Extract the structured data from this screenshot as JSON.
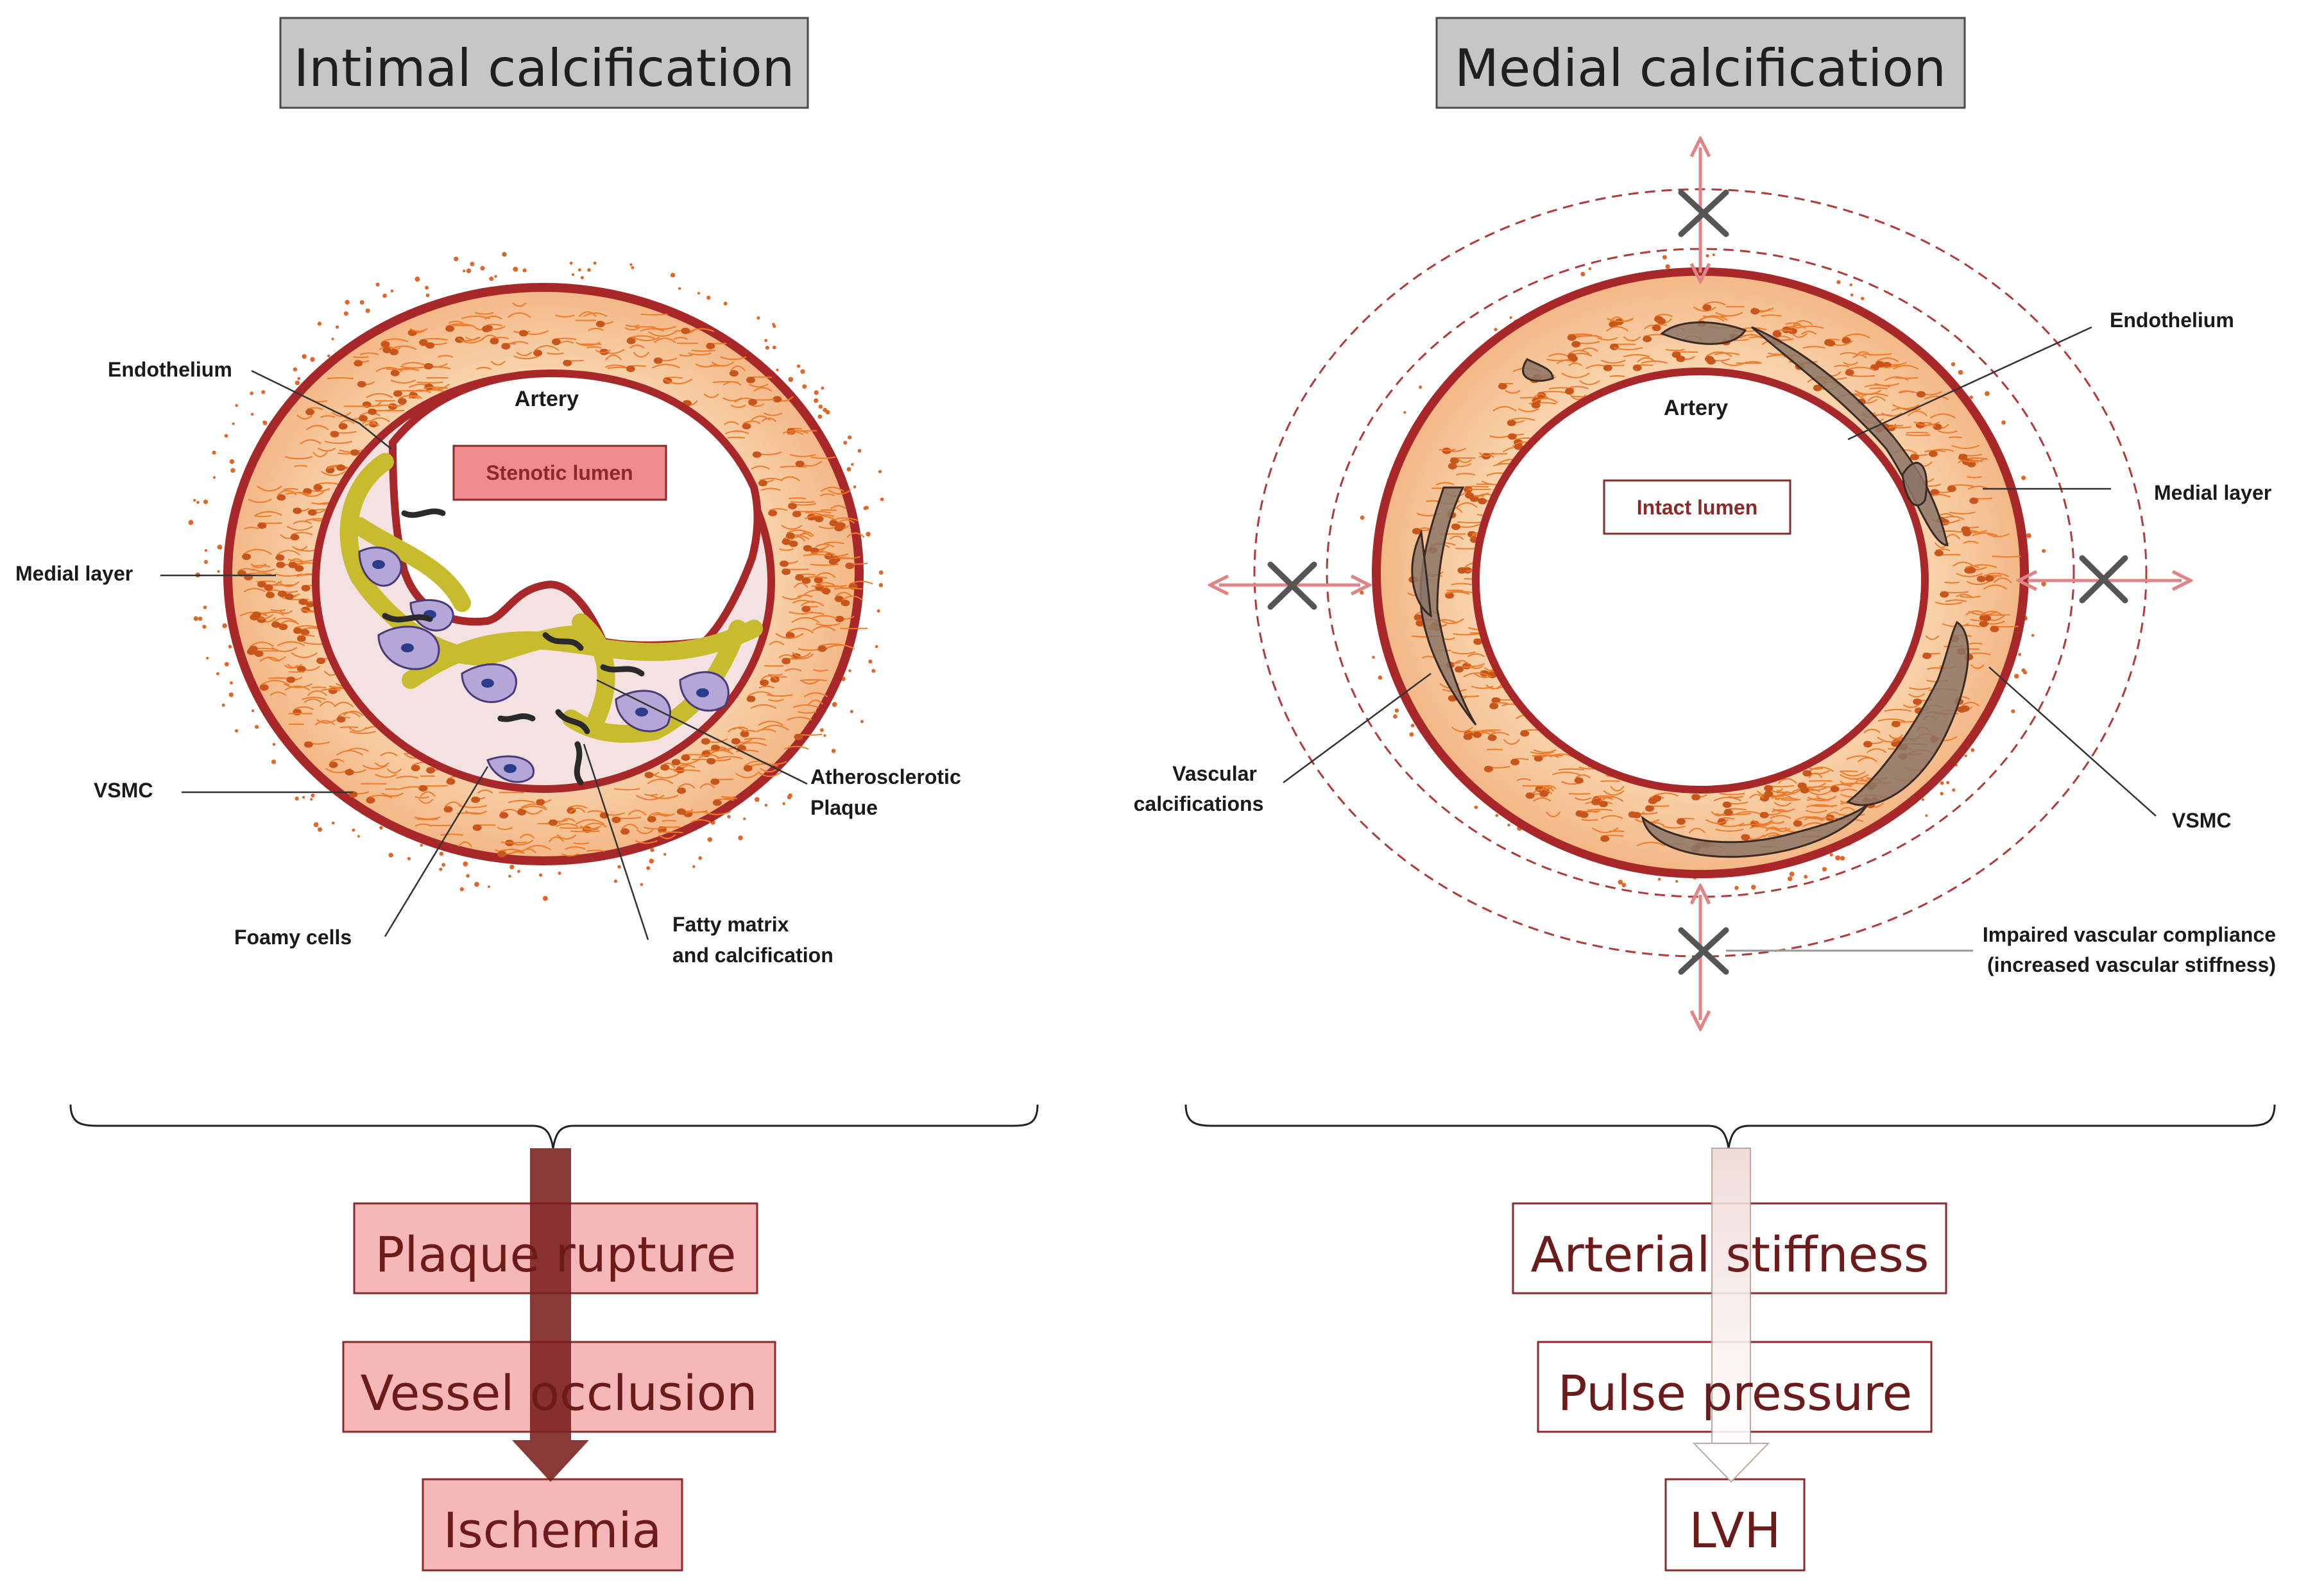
{
  "left_panel": {
    "title": "Intimal calcification",
    "artery_label": "Artery",
    "lumen_label": "Stenotic lumen",
    "labels": {
      "endothelium": "Endothelium",
      "medial_layer": "Medial layer",
      "vsmc": "VSMC",
      "foamy_cells": "Foamy cells",
      "fatty_matrix_1": "Fatty matrix",
      "fatty_matrix_2": "and calcification",
      "plaque_1": "Atherosclerotic",
      "plaque_2": "Plaque"
    },
    "outcomes": [
      "Plaque rupture",
      "Vessel occlusion",
      "Ischemia"
    ]
  },
  "right_panel": {
    "title": "Medial calcification",
    "artery_label": "Artery",
    "lumen_label": "Intact lumen",
    "labels": {
      "endothelium": "Endothelium",
      "medial_layer": "Medial layer",
      "vsmc": "VSMC",
      "vascular_calc_1": "Vascular",
      "vascular_calc_2": "calcifications",
      "compliance_1": "Impaired vascular compliance",
      "compliance_2": "(increased vascular stiffness)"
    },
    "outcomes": [
      "Arterial stiffness",
      "Pulse pressure",
      "LVH"
    ]
  },
  "colors": {
    "vessel_wall": "#a8282a",
    "media_fill": "#f7c89b",
    "fibers": "#ef7a2a",
    "plaque_yellow": "#c9bb2e",
    "foam_cell": "#b4a6d6",
    "calcification": "#8c7567",
    "title_box": "#c6c6c6",
    "outcome_fill_left": "#f5b7b7",
    "outcome_border": "#8b2a2a",
    "arrow_dark": "#7a1e1e",
    "stretch_arrow": "#e08585"
  }
}
